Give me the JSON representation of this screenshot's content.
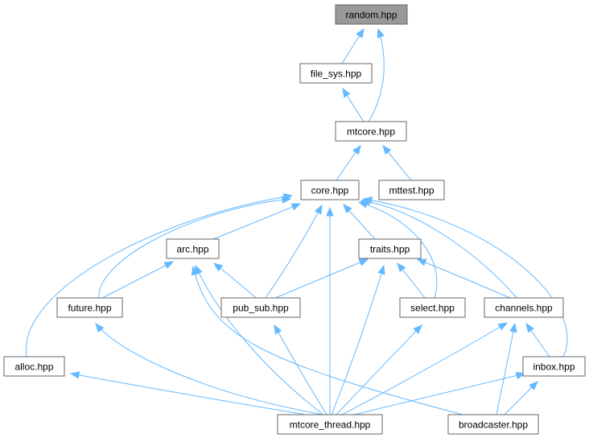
{
  "diagram": {
    "nodes": {
      "random": "random.hpp",
      "file_sys": "file_sys.hpp",
      "mtcore": "mtcore.hpp",
      "core": "core.hpp",
      "mttest": "mttest.hpp",
      "arc": "arc.hpp",
      "traits": "traits.hpp",
      "future": "future.hpp",
      "pub_sub": "pub_sub.hpp",
      "select": "select.hpp",
      "channels": "channels.hpp",
      "alloc": "alloc.hpp",
      "inbox": "inbox.hpp",
      "mtcore_thread": "mtcore_thread.hpp",
      "broadcaster": "broadcaster.hpp"
    },
    "highlighted": "random",
    "edges": [
      [
        "file_sys",
        "random"
      ],
      [
        "mtcore",
        "random"
      ],
      [
        "mtcore",
        "file_sys"
      ],
      [
        "core",
        "mtcore"
      ],
      [
        "mttest",
        "mtcore"
      ],
      [
        "arc",
        "core"
      ],
      [
        "traits",
        "core"
      ],
      [
        "future",
        "core"
      ],
      [
        "pub_sub",
        "core"
      ],
      [
        "select",
        "core"
      ],
      [
        "channels",
        "core"
      ],
      [
        "alloc",
        "core"
      ],
      [
        "inbox",
        "core"
      ],
      [
        "mtcore_thread",
        "core"
      ],
      [
        "future",
        "arc"
      ],
      [
        "pub_sub",
        "arc"
      ],
      [
        "mtcore_thread",
        "arc"
      ],
      [
        "broadcaster",
        "arc"
      ],
      [
        "pub_sub",
        "traits"
      ],
      [
        "select",
        "traits"
      ],
      [
        "channels",
        "traits"
      ],
      [
        "mtcore_thread",
        "traits"
      ],
      [
        "mtcore_thread",
        "future"
      ],
      [
        "mtcore_thread",
        "pub_sub"
      ],
      [
        "mtcore_thread",
        "select"
      ],
      [
        "mtcore_thread",
        "channels"
      ],
      [
        "inbox",
        "channels"
      ],
      [
        "broadcaster",
        "channels"
      ],
      [
        "mtcore_thread",
        "alloc"
      ],
      [
        "mtcore_thread",
        "inbox"
      ],
      [
        "broadcaster",
        "inbox"
      ]
    ]
  }
}
